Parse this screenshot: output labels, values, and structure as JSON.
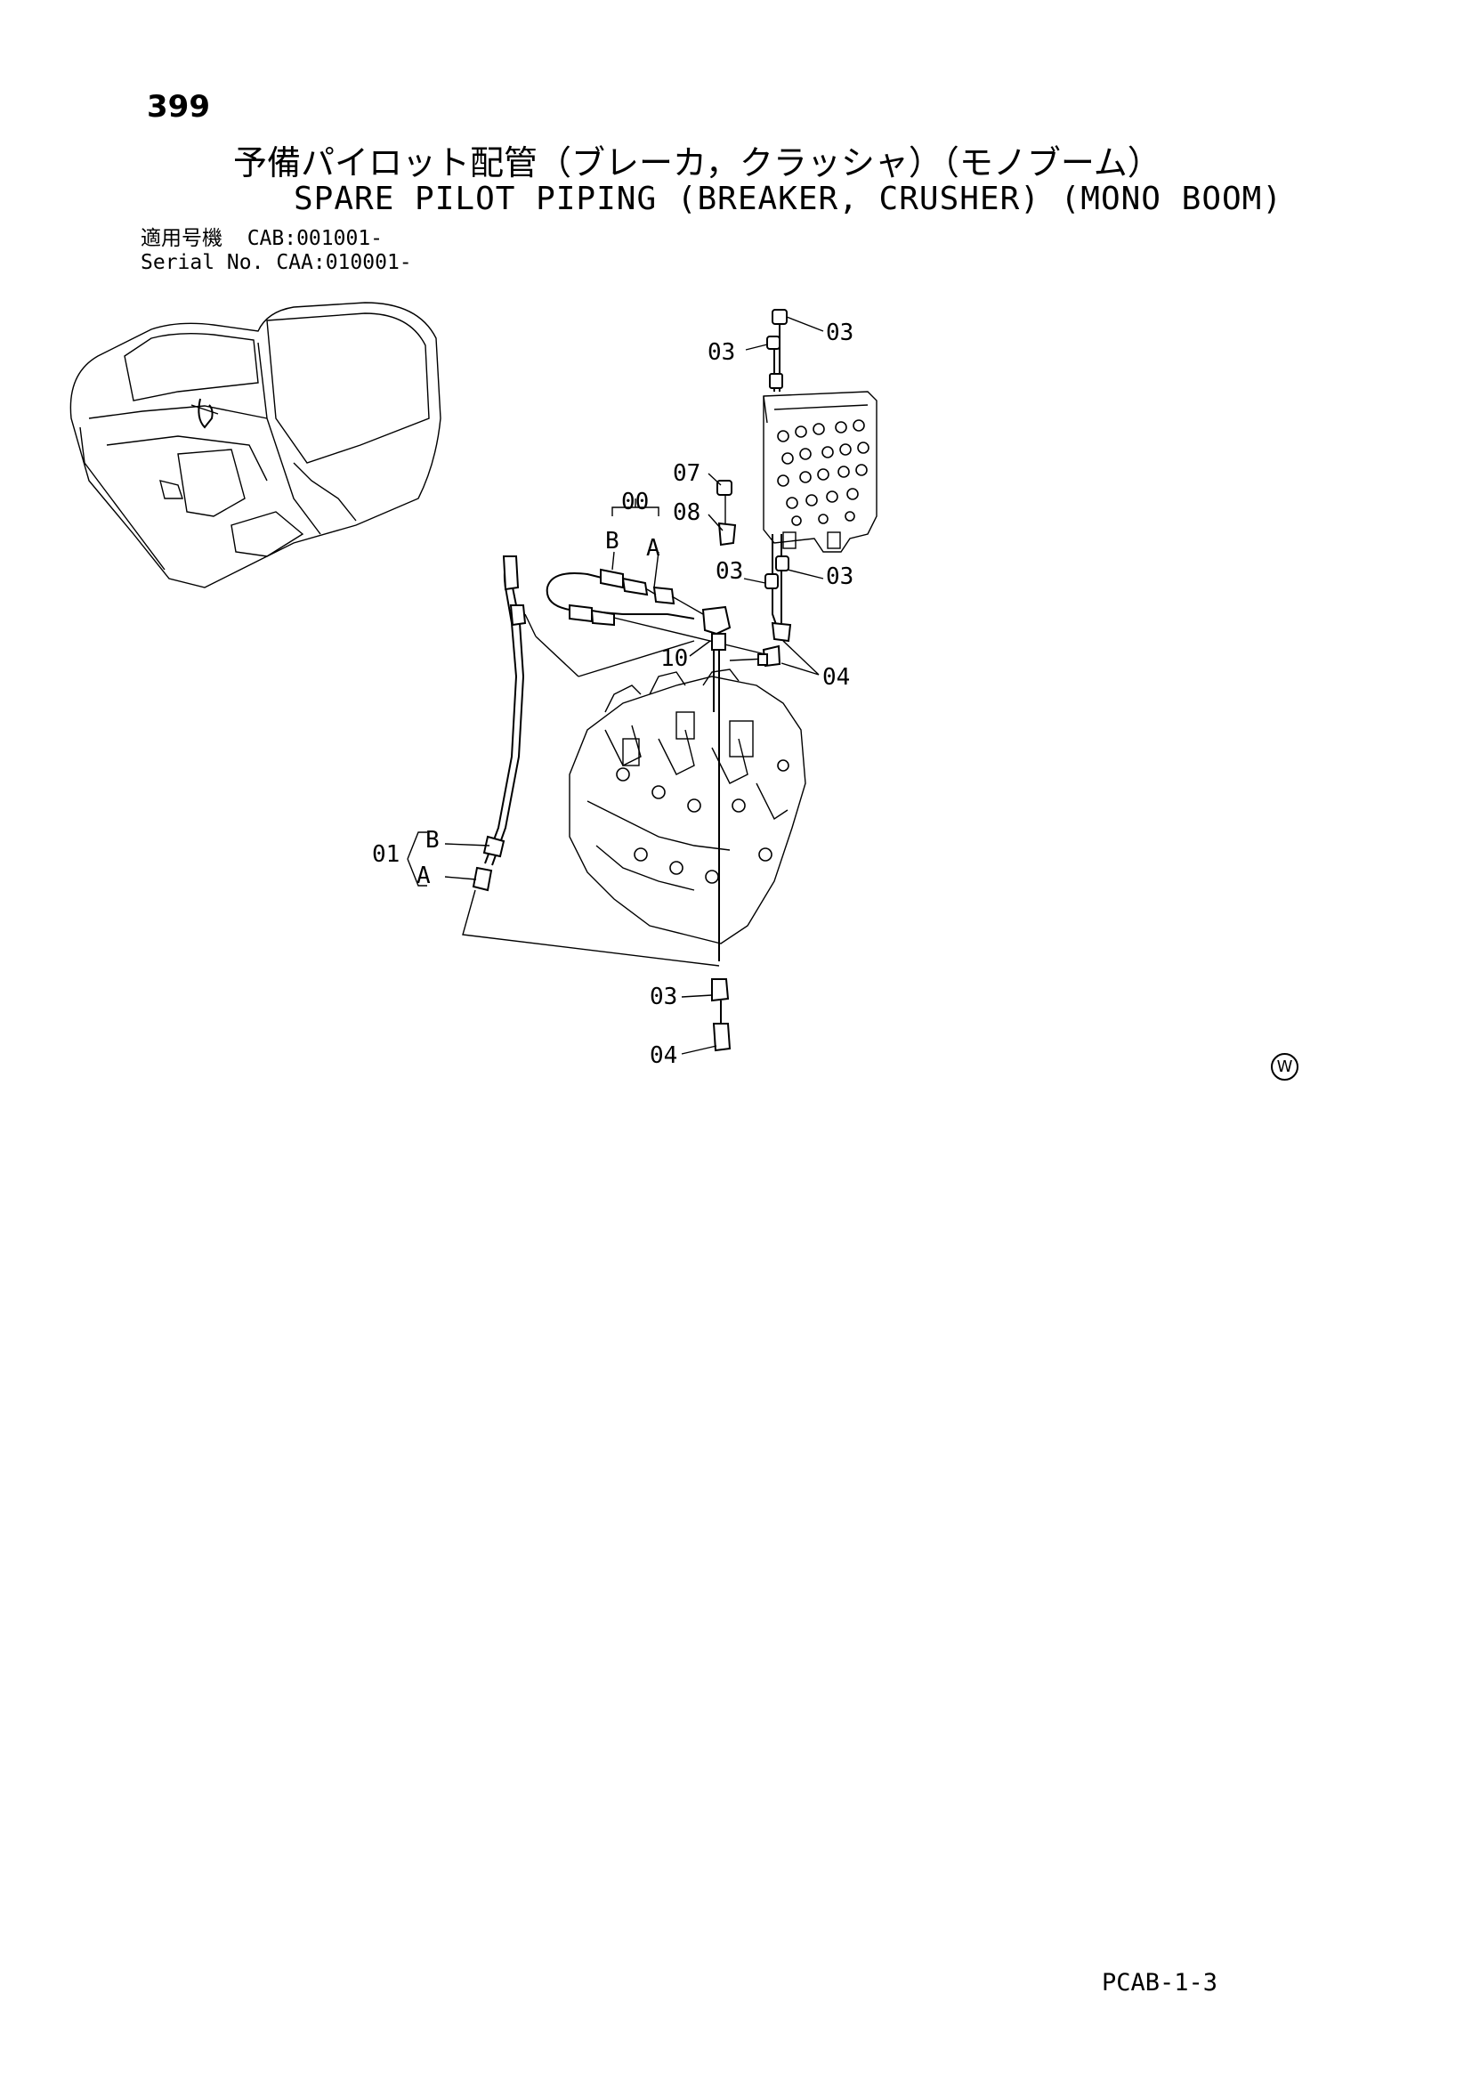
{
  "page": {
    "number": "399",
    "title_jp": "予備パイロット配管（ブレーカ，クラッシャ）（モノブーム）",
    "title_en": "SPARE PILOT PIPING (BREAKER, CRUSHER) (MONO BOOM)",
    "applicability": {
      "line1": "適用号機  CAB:001001-",
      "line2": "Serial No. CAA:010001-"
    },
    "footer_code": "PCAB-1-3",
    "mark": "W"
  },
  "callouts": {
    "c03_top_right": "03",
    "c03_top_left": "03",
    "c07": "07",
    "c08": "08",
    "c00": "00",
    "c00_b": "B",
    "c00_a": "A",
    "c03_mid_left": "03",
    "c03_mid_right": "03",
    "c10": "10",
    "c04_mid": "04",
    "c01": "01",
    "c01_b": "B",
    "c01_a": "A",
    "c03_bottom": "03",
    "c04_bottom": "04"
  }
}
